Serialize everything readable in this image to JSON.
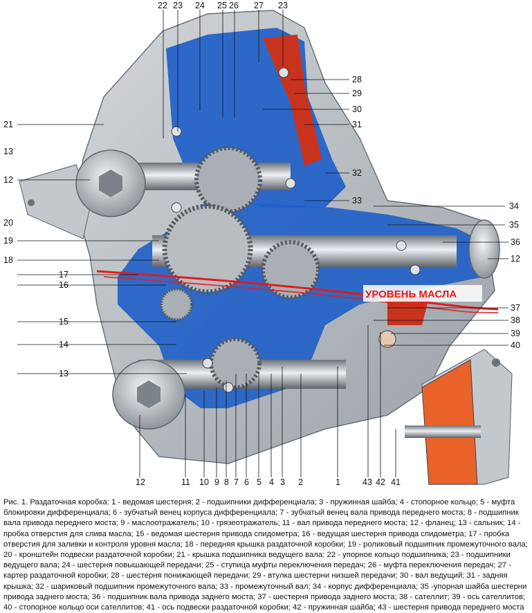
{
  "labels": {
    "top": [
      "22",
      "23",
      "24",
      "25",
      "26",
      "27",
      "23"
    ],
    "right": [
      "28",
      "29",
      "30",
      "31",
      "32",
      "33",
      "34",
      "35",
      "36",
      "12",
      "37",
      "38",
      "39",
      "40"
    ],
    "left": [
      "21",
      "13",
      "12",
      "20",
      "19",
      "18",
      "17",
      "16",
      "15",
      "14",
      "13"
    ],
    "bottom": [
      "12",
      "11",
      "10",
      "9",
      "8",
      "7",
      "6",
      "5",
      "4",
      "3",
      "2",
      "1",
      "43",
      "42",
      "41"
    ]
  },
  "oil_level_label": "УРОВЕНЬ МАСЛА",
  "caption": "Рис. 1. Раздаточная коробка: 1 - ведомая шестерня; 2 - подшипники дифференциала; 3 - пружинная шайба; 4 - стопорное кольцо; 5 - муфта блокировки дифференциала; 6 - зубчатый венец корпуса дифференциала; 7 - зубчатый венец вала привода переднего моста; 8 - подшипник вала привода переднего моста; 9 - маслоотражатель; 10 - грязеотражатель; 11 - вал привода переднего моста; 12 - фланец; 13 - сальник; 14 - пробка отверстия для слива масла; 15 - ведомая шестерня привода спидометра; 16 - ведущая шестерня привода спидометра; 17 - пробка отверстия для заливки и контроля уровня масла; 18 - передняя крышка раздаточной коробки; 19 - роликовый подшипник промежуточного вала; 20 - кронштейн подвески раздаточной коробки; 21 - крышка подшипника ведущего вала; 22 - упорное кольцо подшипника; 23 - подшипники ведущего вала; 24 - шестерня повышающей передачи; 25 - ступица муфты переключения передач; 26 - муфта переключения передач; 27 - картер раздаточной коробки; 28 - шестерня понижающей передачи; 29 - втулка шестерни низшей передачи; 30 - вал ведущий; 31 - задняя крышка; 32 - шариковый подшипник промежуточного вала; 33 - промежуточный вал; 34 - корпус дифференциала; 35 -упорная шайба шестерни привода заднего моста; 36 - подшипник вала привода заднего моста; 37 - шестерня привода заднего моста; 38 - сателлит; 39 - ось сателлитов; 40 - стопорное кольцо оси сателлитов; 41 - ось подвески раздаточной коробки; 42 - пружинная шайба; 43 - шестерня привода переднего моста",
  "colors": {
    "housing_gray": "#b9bec4",
    "section_blue": "#1f5fc8",
    "cavity_red": "#c8331e",
    "oil_line_red": "#e31b1b",
    "mount_orange": "#e8622a"
  }
}
